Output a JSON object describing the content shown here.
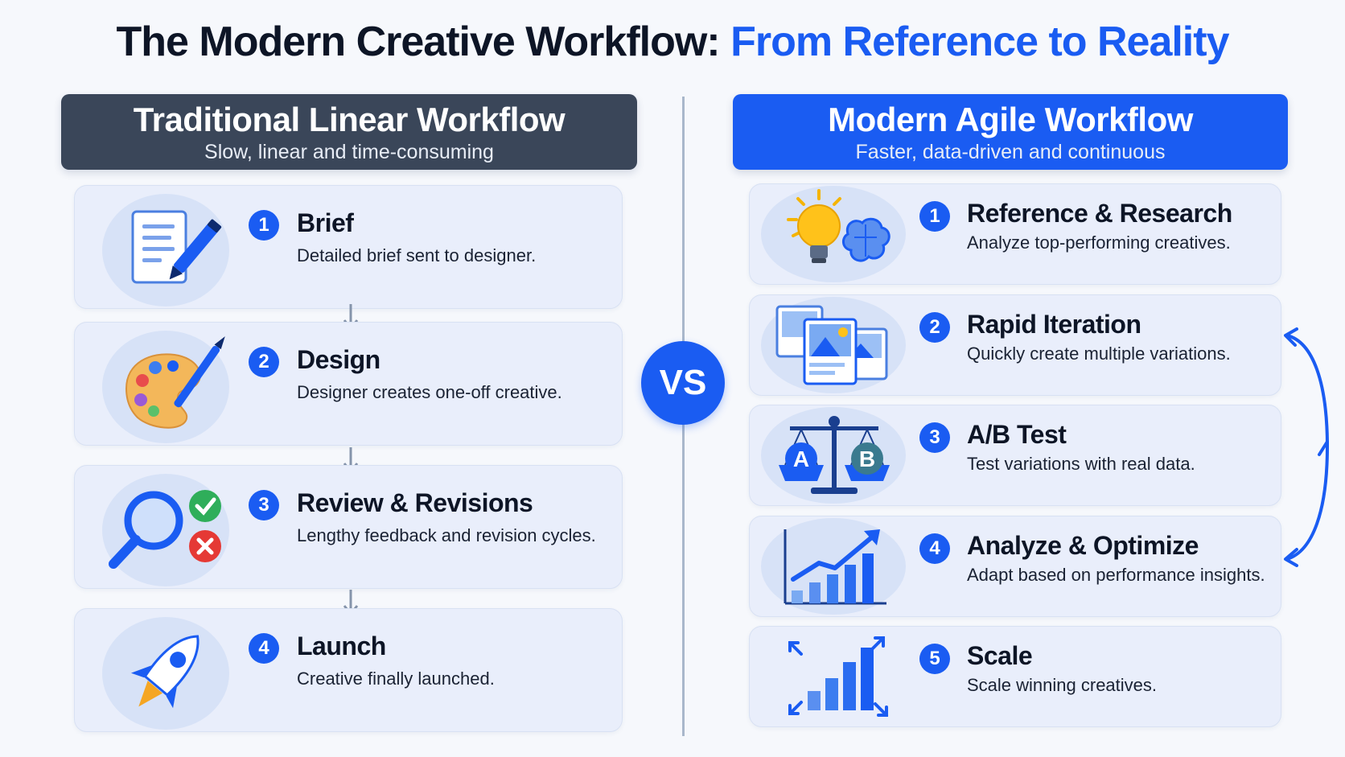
{
  "title": {
    "main": "The Modern Creative Workflow:",
    "accent": "From Reference to Reality"
  },
  "left_panel": {
    "title": "Traditional Linear Workflow",
    "subtitle": "Slow, linear and time-consuming",
    "steps": [
      {
        "num": "1",
        "title": "Brief",
        "desc": "Detailed brief sent to designer.",
        "icon": "document-pen-icon"
      },
      {
        "num": "2",
        "title": "Design",
        "desc": "Designer creates one-off creative.",
        "icon": "paint-palette-icon"
      },
      {
        "num": "3",
        "title": "Review & Revisions",
        "desc": "Lengthy feedback and revision cycles.",
        "icon": "magnifier-check-cross-icon"
      },
      {
        "num": "4",
        "title": "Launch",
        "desc": "Creative finally launched.",
        "icon": "rocket-icon"
      }
    ]
  },
  "vs_label": "VS",
  "right_panel": {
    "title": "Modern Agile Workflow",
    "subtitle": "Faster, data-driven and continuous",
    "steps": [
      {
        "num": "1",
        "title": "Reference & Research",
        "desc": "Analyze top-performing creatives.",
        "icon": "lightbulb-brain-icon"
      },
      {
        "num": "2",
        "title": "Rapid Iteration",
        "desc": "Quickly create multiple variations.",
        "icon": "image-stack-icon"
      },
      {
        "num": "3",
        "title": "A/B Test",
        "desc": "Test variations with real data.",
        "icon": "ab-scale-icon",
        "icon_labels": [
          "A",
          "B"
        ]
      },
      {
        "num": "4",
        "title": "Analyze & Optimize",
        "desc": "Adapt based on performance insights.",
        "icon": "growth-chart-icon"
      },
      {
        "num": "5",
        "title": "Scale",
        "desc": "Scale winning creatives.",
        "icon": "scale-up-chart-icon"
      }
    ]
  },
  "colors": {
    "accent": "#1a5cf2",
    "left_header": "#3a4659",
    "card_bg": "#e9eefb",
    "title_text": "#0d1526"
  }
}
